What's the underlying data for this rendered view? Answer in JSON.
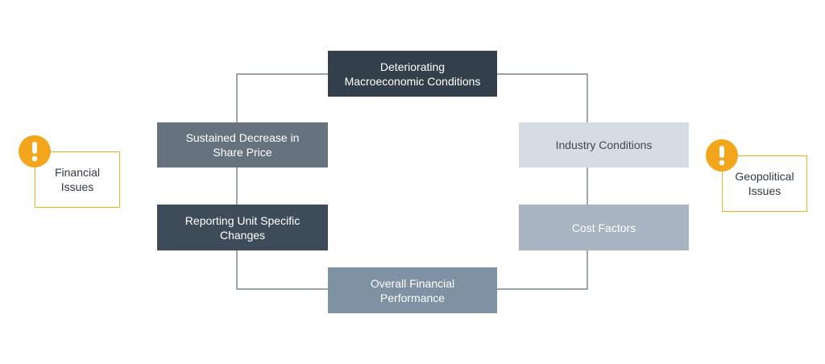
{
  "diagram": {
    "nodes": {
      "macro": "Deteriorating\nMacroeconomic Conditions",
      "share_price": "Sustained Decrease in\nShare Price",
      "reporting_unit": "Reporting Unit Specific\nChanges",
      "industry": "Industry Conditions",
      "cost": "Cost Factors",
      "performance": "Overall Financial\nPerformance"
    },
    "callouts": {
      "financial": "Financial\nIssues",
      "geopolitical": "Geopolitical\nIssues"
    },
    "colors": {
      "macro": "#333f4a",
      "share_price": "#66737f",
      "reporting_unit": "#3e4c59",
      "industry": "#d5dce3",
      "cost": "#a8b4c1",
      "performance": "#7e92a4",
      "accent": "#f3a61b",
      "connector": "#5d6b78"
    }
  }
}
